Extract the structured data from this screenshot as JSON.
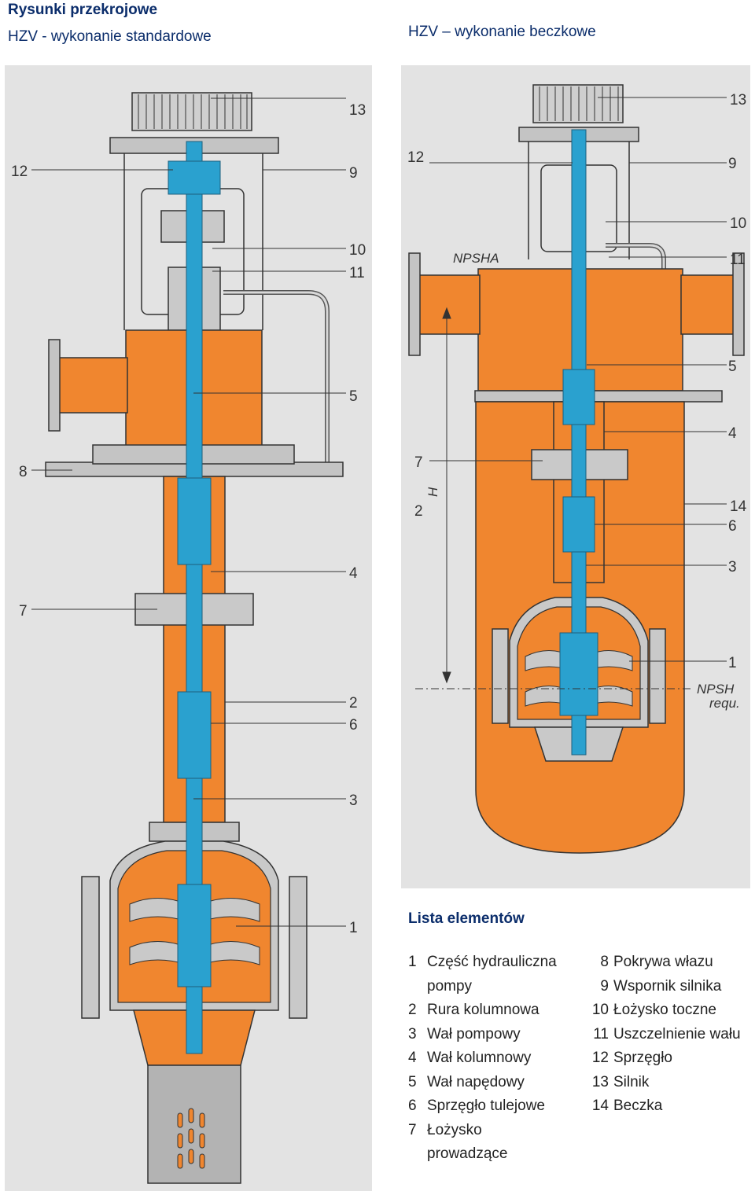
{
  "header": {
    "title": "Rysunki przekrojowe",
    "left_subtitle": "HZV - wykonanie standardowe",
    "right_subtitle": "HZV – wykonanie beczkowe"
  },
  "left_callouts": {
    "c13": "13",
    "c12": "12",
    "c9": "9",
    "c10": "10",
    "c11": "11",
    "c5": "5",
    "c8": "8",
    "c4": "4",
    "c7": "7",
    "c2": "2",
    "c6": "6",
    "c3": "3",
    "c1": "1"
  },
  "right_callouts": {
    "c13": "13",
    "c12": "12",
    "c9": "9",
    "c10": "10",
    "c11": "11",
    "c5": "5",
    "c4": "4",
    "c7": "7",
    "c2": "2",
    "c14": "14",
    "c6": "6",
    "c3": "3",
    "c1": "1"
  },
  "annotations": {
    "npsha": "NPSHA",
    "h": "H",
    "npsh_line1": "NPSH",
    "npsh_line2": "requ."
  },
  "legend": {
    "title": "Lista elementów",
    "col1": [
      {
        "n": "1",
        "text": "Część hydrauliczna"
      },
      {
        "n": "",
        "text": "pompy"
      },
      {
        "n": "2",
        "text": "Rura kolumnowa"
      },
      {
        "n": "3",
        "text": "Wał pompowy"
      },
      {
        "n": "4",
        "text": "Wał kolumnowy"
      },
      {
        "n": "5",
        "text": "Wał napędowy"
      },
      {
        "n": "6",
        "text": "Sprzęgło tulejowe"
      },
      {
        "n": "7",
        "text": "Łożysko"
      },
      {
        "n": "",
        "text": "prowadzące"
      }
    ],
    "col2": [
      {
        "n": "8",
        "text": "Pokrywa włazu"
      },
      {
        "n": "9",
        "text": "Wspornik silnika"
      },
      {
        "n": "10",
        "text": "Łożysko toczne"
      },
      {
        "n": "11",
        "text": "Uszczelnienie wału"
      },
      {
        "n": "12",
        "text": "Sprzęgło"
      },
      {
        "n": "13",
        "text": "Silnik"
      },
      {
        "n": "14",
        "text": "Beczka"
      }
    ]
  },
  "colors": {
    "panel_bg": "#e3e3e3",
    "orange": "#f0862f",
    "blue": "#2aa1cf",
    "steel": "#b3b3b3",
    "outline": "#333333"
  }
}
